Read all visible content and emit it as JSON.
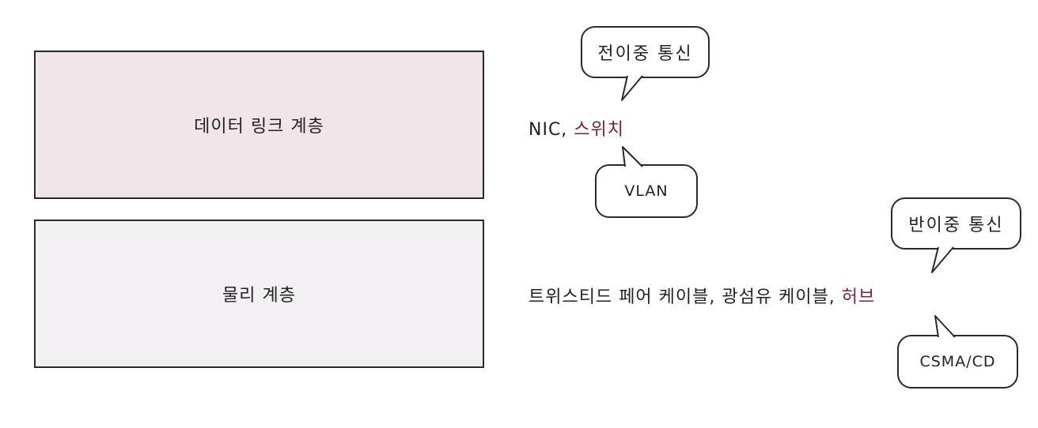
{
  "layers": {
    "datalink": {
      "label": "데이터 링크 계층",
      "fill": "#f0e6e9"
    },
    "physical": {
      "label": "물리 계층",
      "fill": "#f2f0f2"
    }
  },
  "datalink_devices": {
    "prefix": "NIC, ",
    "switch": "스위치"
  },
  "physical_devices": {
    "prefix": "트위스티드 페어 케이블, 광섬유 케이블, ",
    "hub": "허브"
  },
  "callouts": {
    "full_duplex": "전이중 통신",
    "vlan": "VLAN",
    "half_duplex": "반이중 통신",
    "csma_cd": "CSMA/CD"
  },
  "colors": {
    "accent": "#7a1f3d",
    "outline": "#2a2a2a"
  }
}
